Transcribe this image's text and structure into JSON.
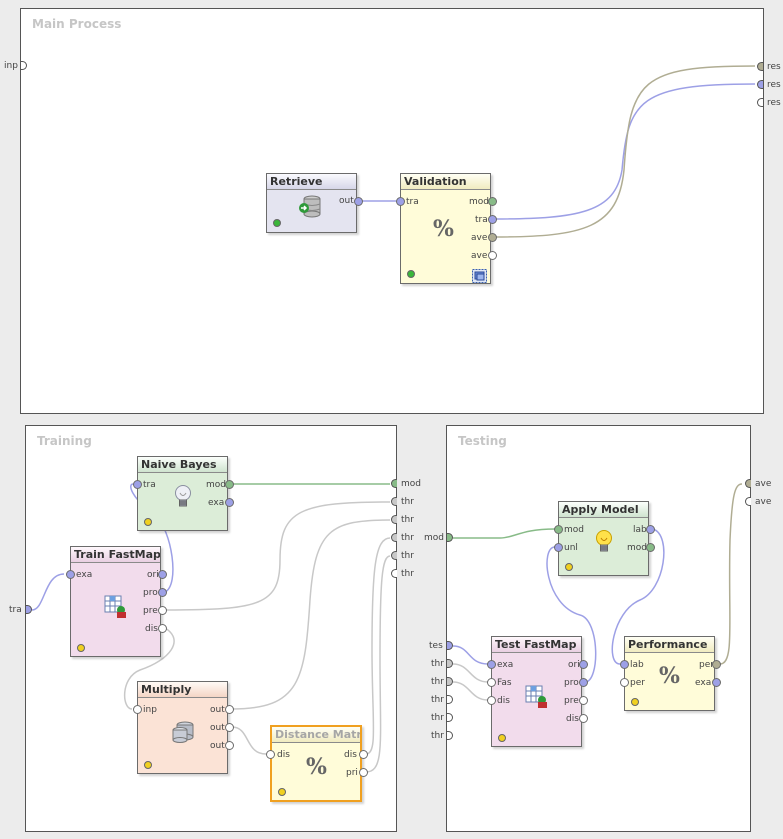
{
  "main": {
    "title": "Main Process",
    "in_ports": [
      "inp"
    ],
    "out_ports": [
      "res",
      "res",
      "res"
    ],
    "retrieve": {
      "title": "Retrieve",
      "out": "out"
    },
    "validation": {
      "title": "Validation",
      "in": "tra",
      "outs": [
        "mod",
        "tra",
        "ave",
        "ave"
      ]
    }
  },
  "training": {
    "title": "Training",
    "in_ports": [
      "tra"
    ],
    "out_ports": [
      "mod",
      "thr",
      "thr",
      "thr",
      "thr",
      "thr"
    ],
    "naive_bayes": {
      "title": "Naive Bayes",
      "in": "tra",
      "outs": [
        "mod",
        "exa"
      ]
    },
    "train_fastmap": {
      "title": "Train FastMap",
      "in": "exa",
      "outs": [
        "ori",
        "pro",
        "pre",
        "dis"
      ]
    },
    "multiply": {
      "title": "Multiply",
      "in": "inp",
      "outs": [
        "out",
        "out",
        "out"
      ]
    },
    "distance_matrix": {
      "title": "Distance Matrix",
      "in": "dis",
      "outs": [
        "dis",
        "pri"
      ]
    }
  },
  "testing": {
    "title": "Testing",
    "in_ports": [
      "mod",
      "tes",
      "thr",
      "thr",
      "thr",
      "thr",
      "thr"
    ],
    "out_ports": [
      "ave",
      "ave"
    ],
    "apply_model": {
      "title": "Apply Model",
      "ins": [
        "mod",
        "unl"
      ],
      "outs": [
        "lab",
        "mod"
      ]
    },
    "test_fastmap": {
      "title": "Test FastMap",
      "ins": [
        "exa",
        "Fas",
        "dis"
      ],
      "outs": [
        "ori",
        "pro",
        "pre",
        "dis"
      ]
    },
    "performance": {
      "title": "Performance",
      "ins": [
        "lab",
        "per"
      ],
      "outs": [
        "per",
        "exa"
      ]
    }
  },
  "icons": {
    "retrieve": "database-retrieve-icon",
    "validation": "percent-icon",
    "subprocess": "subprocess-icon",
    "naive_bayes": "lightbulb-icon",
    "fastmap": "grid-matrix-icon",
    "multiply": "database-stack-icon",
    "distance_matrix": "percent-icon",
    "apply_model": "lightbulb-icon",
    "performance": "percent-icon"
  },
  "colors": {
    "wire_gray": "#b0ad93",
    "wire_purple": "#9da0e6",
    "wire_green": "#88bb88",
    "wire_light": "#c8c8c8",
    "selection": "#f0a020"
  }
}
